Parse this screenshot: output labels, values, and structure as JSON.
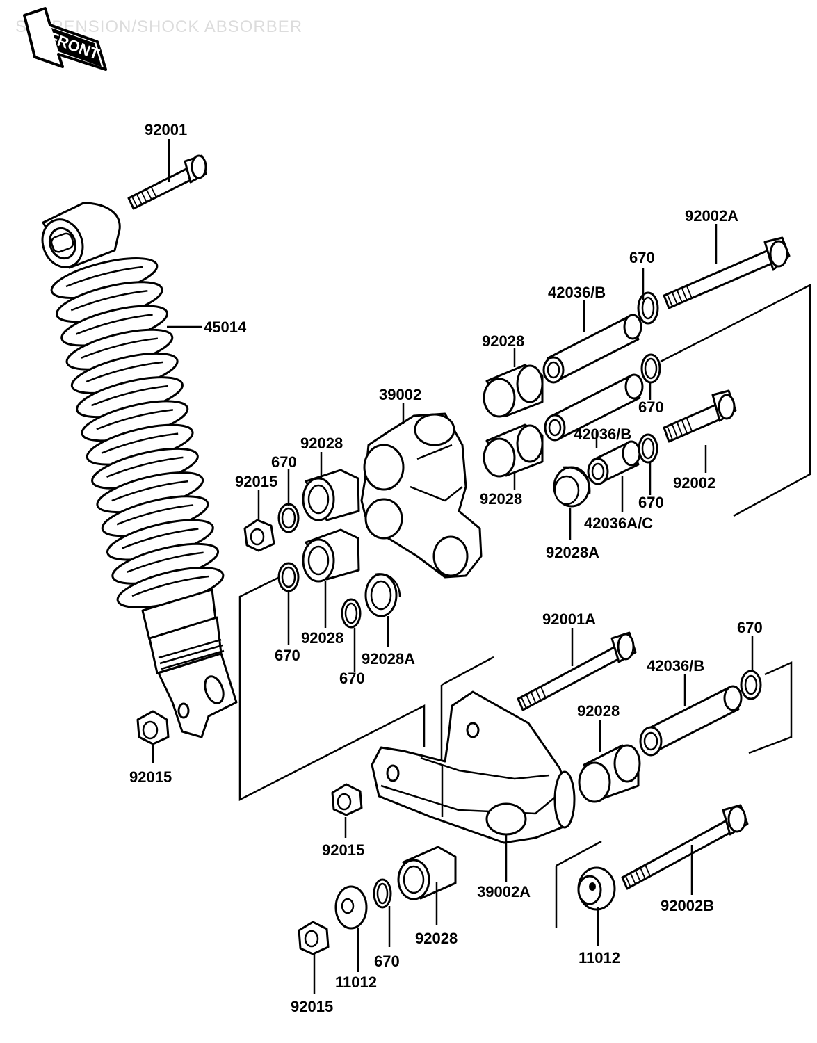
{
  "title": "SUSPENSION/SHOCK ABSORBER",
  "front_arrow": {
    "text": "FRONT",
    "icon": "front-arrow-icon"
  },
  "labels": [
    "92001",
    "45014",
    "92002A",
    "670",
    "42036/B",
    "92028",
    "39002",
    "670",
    "42036/B",
    "92028",
    "670",
    "92015",
    "92002",
    "92028",
    "670",
    "92028A",
    "42036A/C",
    "670",
    "92028",
    "670",
    "92028A",
    "92001A",
    "670",
    "42036/B",
    "92028",
    "92015",
    "92015",
    "39002A",
    "92002B",
    "11012",
    "92028",
    "670",
    "11012",
    "92015"
  ]
}
